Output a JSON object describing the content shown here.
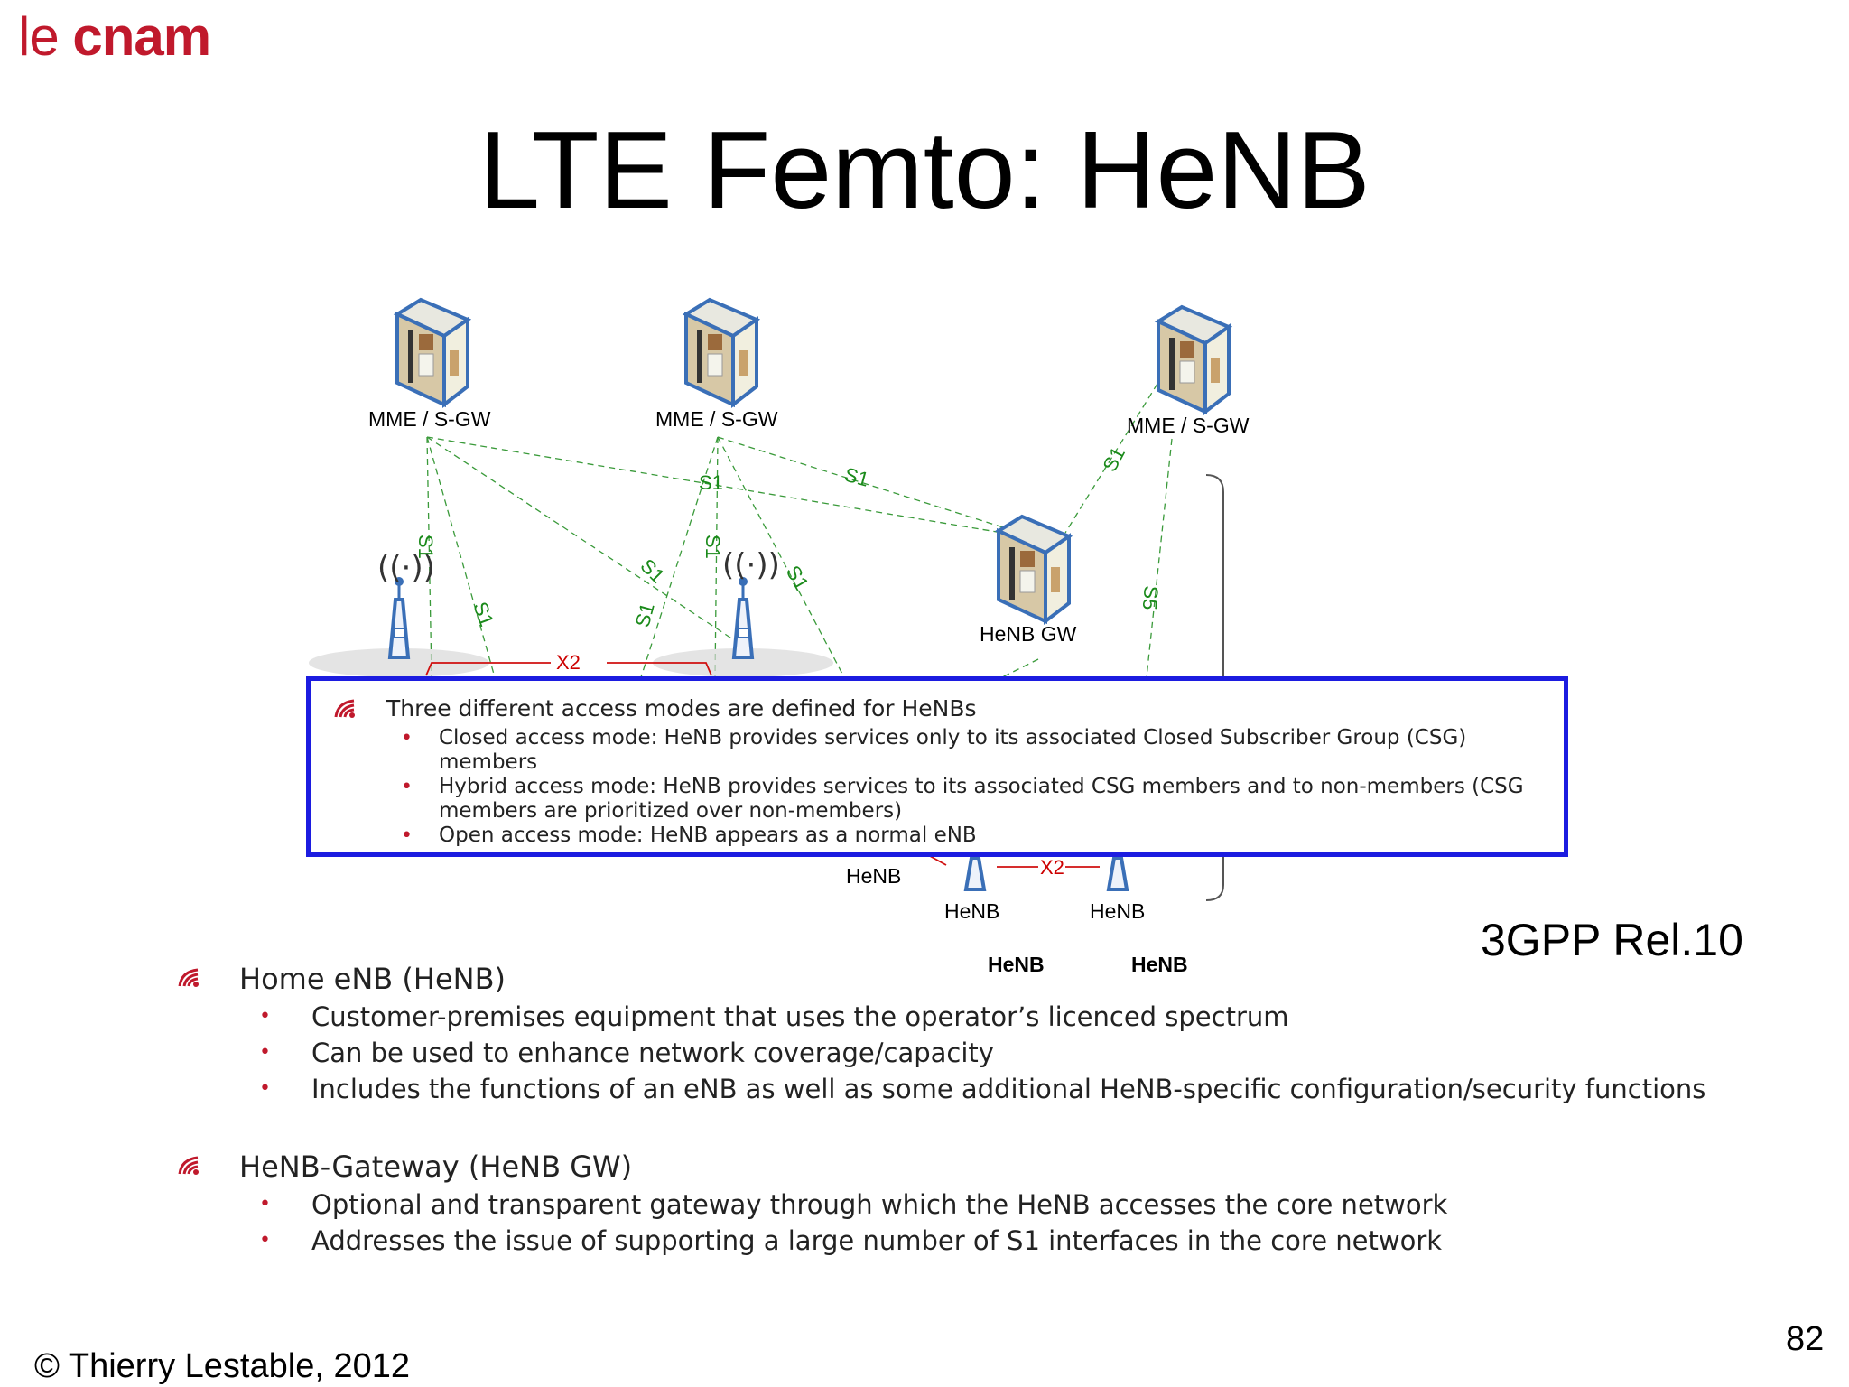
{
  "logo": {
    "part1": "le ",
    "part2": "cnam"
  },
  "title": "LTE Femto: HeNB",
  "diagram": {
    "mme_label": "MME / S-GW",
    "henb_gw_label": "HeNB GW",
    "henb_label": "HeNB",
    "s1": "S1",
    "s5": "S5",
    "x2": "X2"
  },
  "popup": {
    "heading": "Three different access modes are defined for HeNBs",
    "items": [
      "Closed access mode: HeNB provides services only to its associated Closed Subscriber Group (CSG) members",
      "Hybrid access mode: HeNB provides services to its associated CSG members and to non-members (CSG members are prioritized over non-members)",
      "Open access mode: HeNB appears as a normal eNB"
    ]
  },
  "release": "3GPP Rel.10",
  "sections": [
    {
      "heading": "Home eNB (HeNB)",
      "items": [
        "Customer-premises equipment that uses the operator’s licenced spectrum",
        "Can  be used to enhance network coverage/capacity",
        "Includes the functions of an eNB as well as some additional HeNB-specific configuration/security functions"
      ]
    },
    {
      "heading": "HeNB-Gateway (HeNB GW)",
      "items": [
        "Optional and transparent gateway through which the HeNB accesses the core network",
        "Addresses the issue of supporting a large number of S1 interfaces in the core network"
      ]
    }
  ],
  "footer": {
    "copyright": "© Thierry Lestable, 2012",
    "page": "82"
  },
  "colors": {
    "brand": "#c0192c",
    "popup_border": "#1c1ce0",
    "s1_line": "#3a9a3a",
    "x2_line": "#d01010"
  }
}
